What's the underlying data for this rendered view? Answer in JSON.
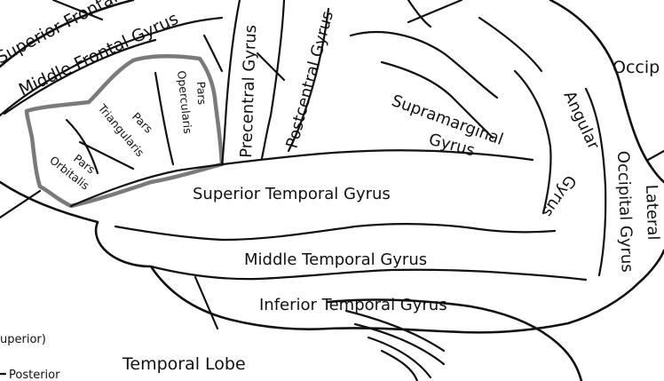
{
  "labels": {
    "superior_frontal": "Superior Frontal Gyrus",
    "middle_frontal": "Middle Frontal Gyrus",
    "occipital_lobe_partial": "Occip",
    "precentral": "Precentral Gyrus",
    "postcentral": "Postcentral Gyrus",
    "pars_opercularis_1": "Pars",
    "pars_opercularis_2": "Opercularis",
    "pars_triangularis_1": "Pars",
    "pars_triangularis_2": "Triangularis",
    "pars_orbitalis_1": "Pars",
    "pars_orbitalis_2": "Orbitalis",
    "supramarginal_1": "Supramarginal",
    "supramarginal_2": "Gyrus",
    "angular_1": "Angular",
    "angular_2": "Gyrus",
    "lateral_occipital_1": "Lateral",
    "lateral_occipital_2": "Occipital Gyrus",
    "superior_temporal": "Superior Temporal Gyrus",
    "middle_temporal": "Middle Temporal Gyrus",
    "inferior_temporal": "Inferior Temporal Gyrus",
    "temporal_lobe": "Temporal Lobe",
    "legend_superior": "uperior)",
    "legend_posterior": "Posterior"
  },
  "colors": {
    "outline": "#111111",
    "broca_area": "#7a7a7a",
    "background": "#ffffff"
  }
}
